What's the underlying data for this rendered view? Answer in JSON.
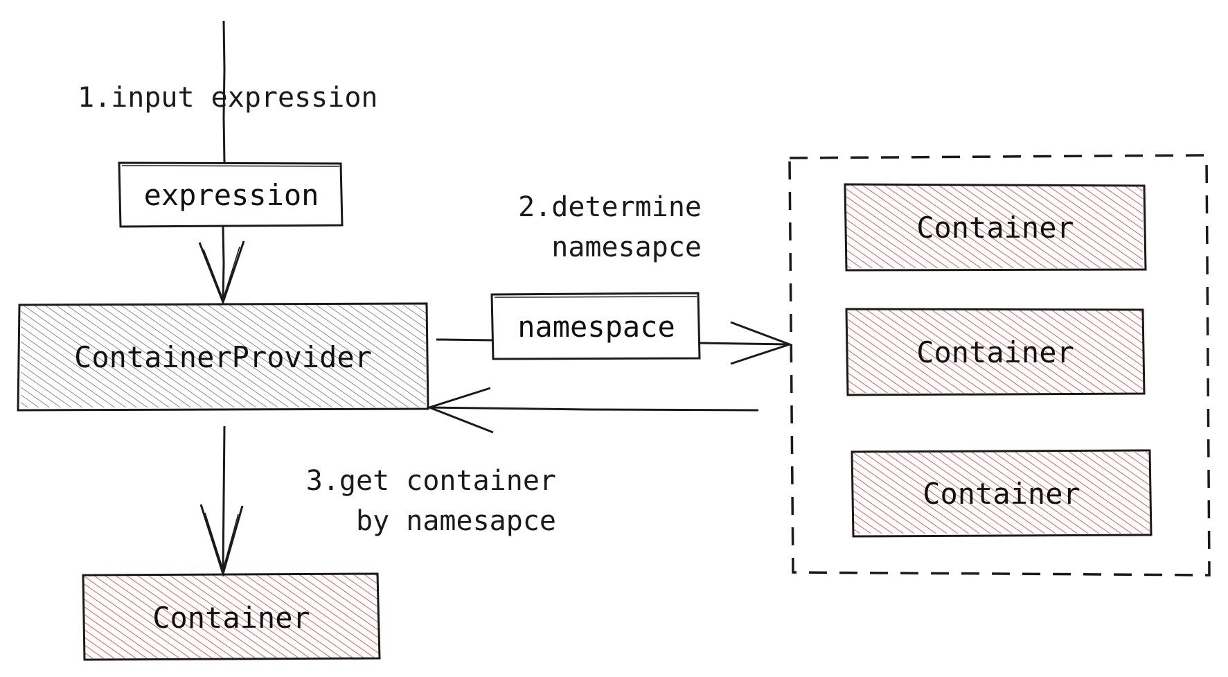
{
  "steps": {
    "step1": "1.input expression",
    "step2_line1": "2.determine",
    "step2_line2": "namesapce",
    "step3_line1": "3.get container",
    "step3_line2": "by namesapce"
  },
  "boxes": {
    "expression": "expression",
    "provider": "ContainerProvider",
    "namespace": "namespace",
    "group_containers": [
      "Container",
      "Container",
      "Container"
    ],
    "result_container": "Container"
  },
  "colors": {
    "provider_hatch": "#6b6e75",
    "container_hatch": "#e03131",
    "stroke": "#1a1a1a"
  }
}
